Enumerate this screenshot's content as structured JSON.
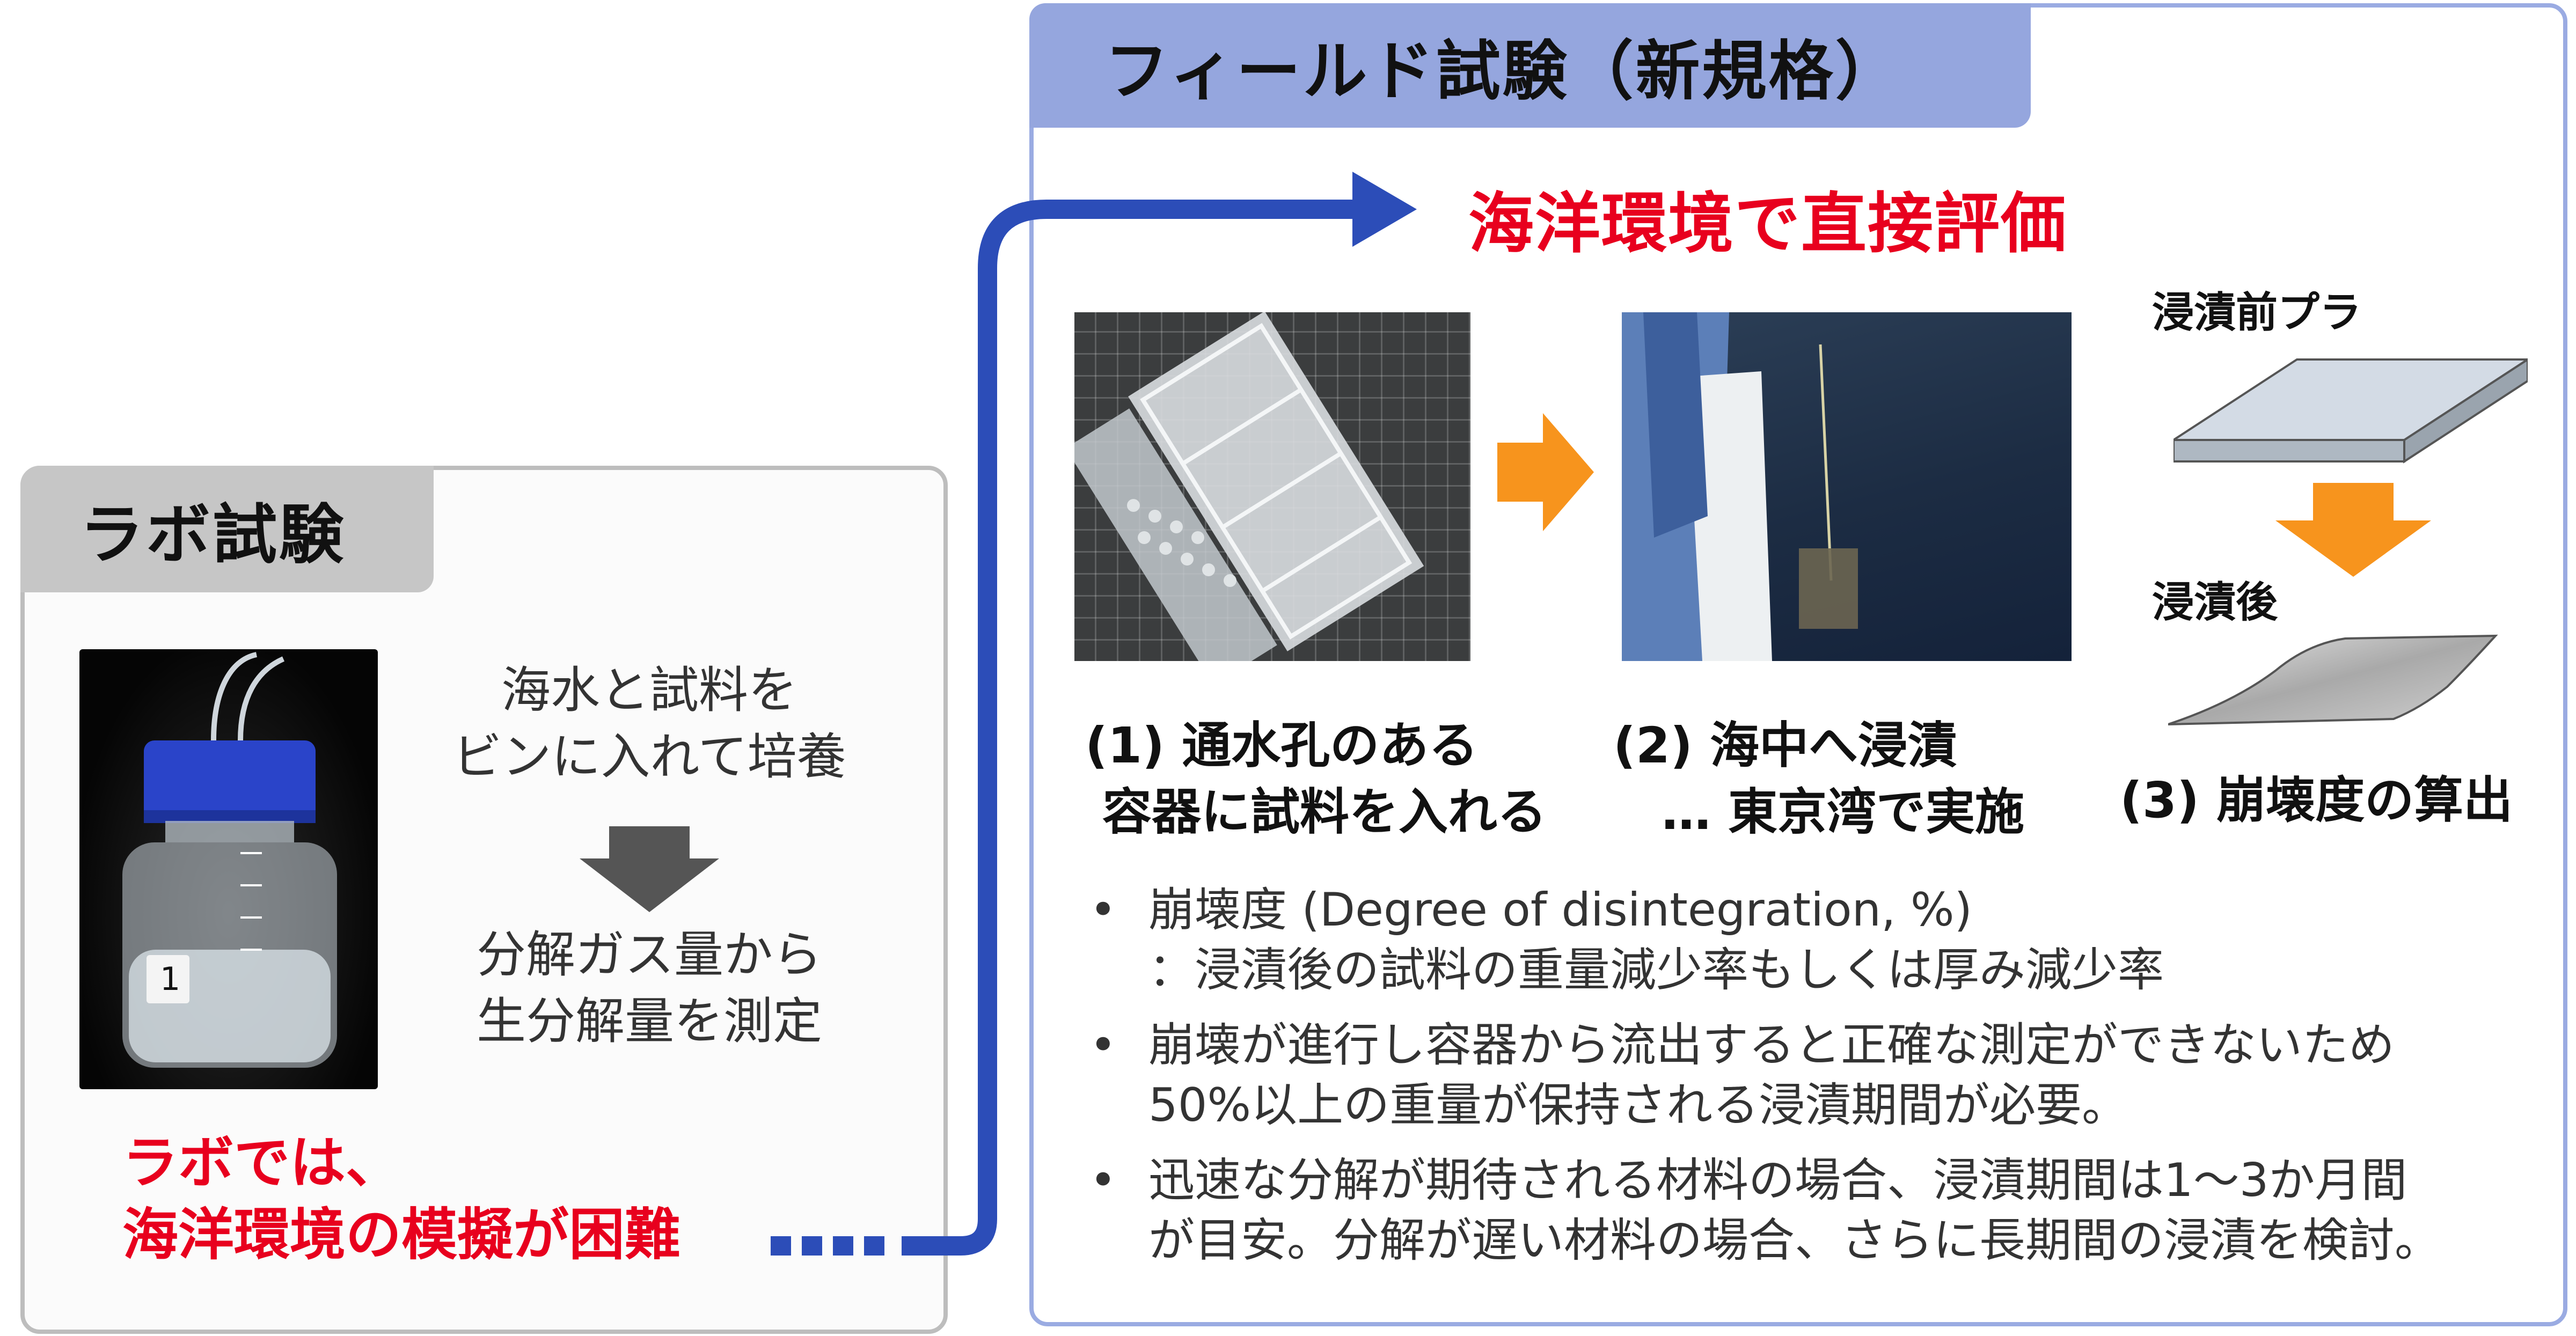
{
  "lab": {
    "header": "ラボ試験",
    "desc_line1": "海水と試料を",
    "desc_line2": "ビンに入れて培養",
    "result_line1": "分解ガス量から",
    "result_line2": "生分解量を測定",
    "red_line1": "ラボでは、",
    "red_line2": "海洋環境の模擬が困難",
    "bottle_label": "1"
  },
  "field": {
    "header": "フィールド試験（新規格）",
    "red_title": "海洋環境で直接評価",
    "step1_line1": "(1) 通水孔のある",
    "step1_line2": "容器に試料を入れる",
    "step2_line1": "(2) 海中へ浸漬",
    "step2_line2": "… 東京湾で実施",
    "step3": "(3) 崩壊度の算出",
    "label_before": "浸漬前プラ",
    "label_after": "浸漬後"
  },
  "bullets": [
    {
      "line1": "崩壊度 (Degree of disintegration, %)",
      "line2": "：浸漬後の試料の重量減少率もしくは厚み減少率"
    },
    {
      "line1": "崩壊が進行し容器から流出すると正確な測定ができないため",
      "line2": "50%以上の重量が保持される浸漬期間が必要。"
    },
    {
      "line1": "迅速な分解が期待される材料の場合、浸漬期間は1～3か月間",
      "line2": "が目安。分解が遅い材料の場合、さらに長期間の浸漬を検討。"
    }
  ],
  "colors": {
    "red": "#e8001e",
    "blue_connector": "#2c4db8",
    "field_header": "#95a6de",
    "lab_header": "#c6c6c6",
    "orange_arrow": "#f7941d",
    "gray_arrow": "#555555"
  }
}
